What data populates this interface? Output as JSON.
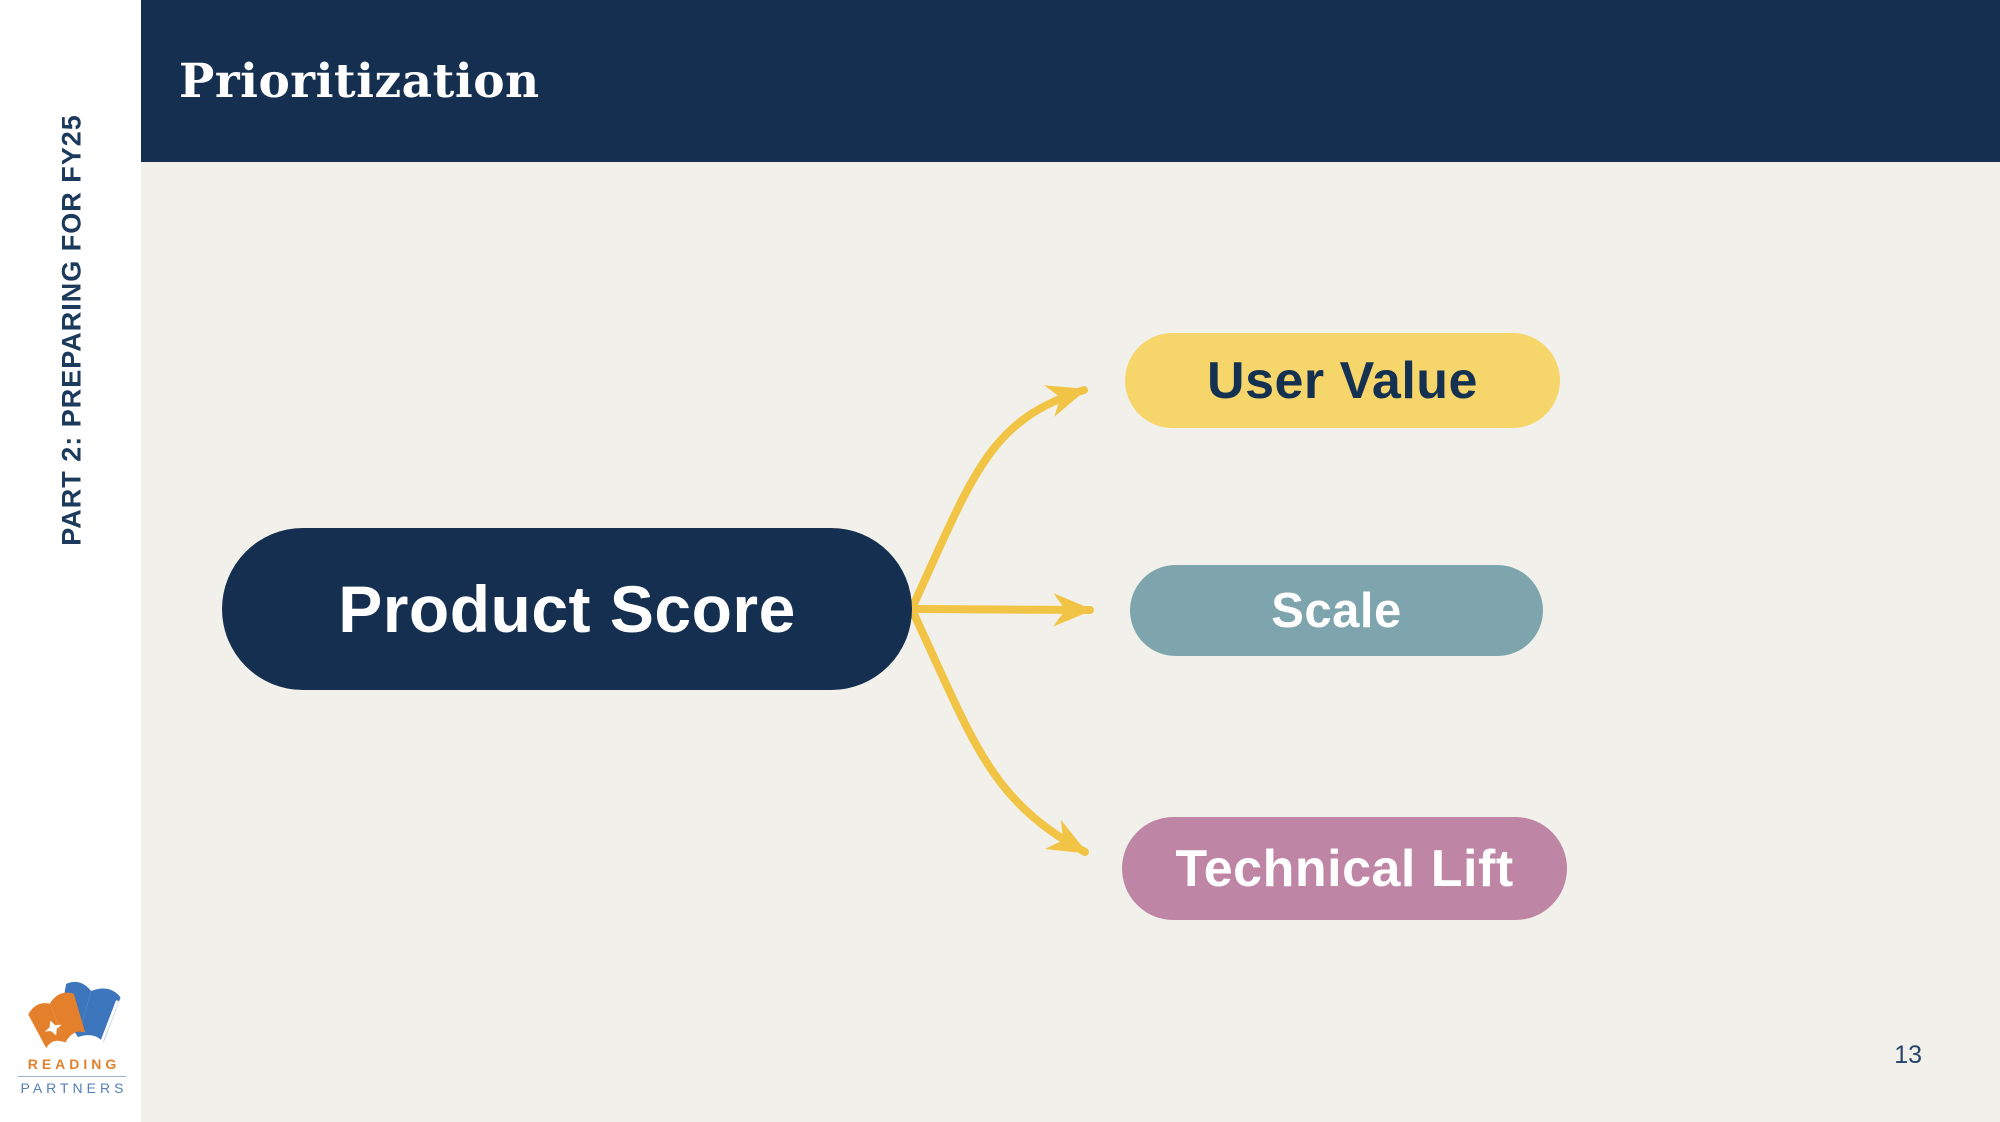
{
  "slide": {
    "title": "Prioritization",
    "sidebar_label": "PART 2: PREPARING FOR FY25",
    "page_number": "13"
  },
  "logo": {
    "name": "Reading Partners logo",
    "line1": "READING",
    "line2": "PARTNERS"
  },
  "diagram": {
    "type": "mind-map",
    "root": {
      "label": "Product Score",
      "fill": "#142f4f",
      "text_color": "#ffffff"
    },
    "children": [
      {
        "label": "User Value",
        "fill": "#f6d56a",
        "text_color": "#143152"
      },
      {
        "label": "Scale",
        "fill": "#7ea5ad",
        "text_color": "#ffffff"
      },
      {
        "label": "Technical Lift",
        "fill": "#be85a4",
        "text_color": "#ffffff"
      }
    ],
    "edges": [
      {
        "from": "Product Score",
        "to": "User Value"
      },
      {
        "from": "Product Score",
        "to": "Scale"
      },
      {
        "from": "Product Score",
        "to": "Technical Lift"
      }
    ],
    "arrow_color": "#f2c445"
  },
  "colors": {
    "header_navy": "#142f4f",
    "slide_background": "#f2f0eb",
    "rail_background": "#ffffff",
    "sidebar_text": "#1b3a5c",
    "arrow_gold": "#f2c445",
    "logo_orange": "#e4802c",
    "logo_blue": "#5480b5"
  }
}
